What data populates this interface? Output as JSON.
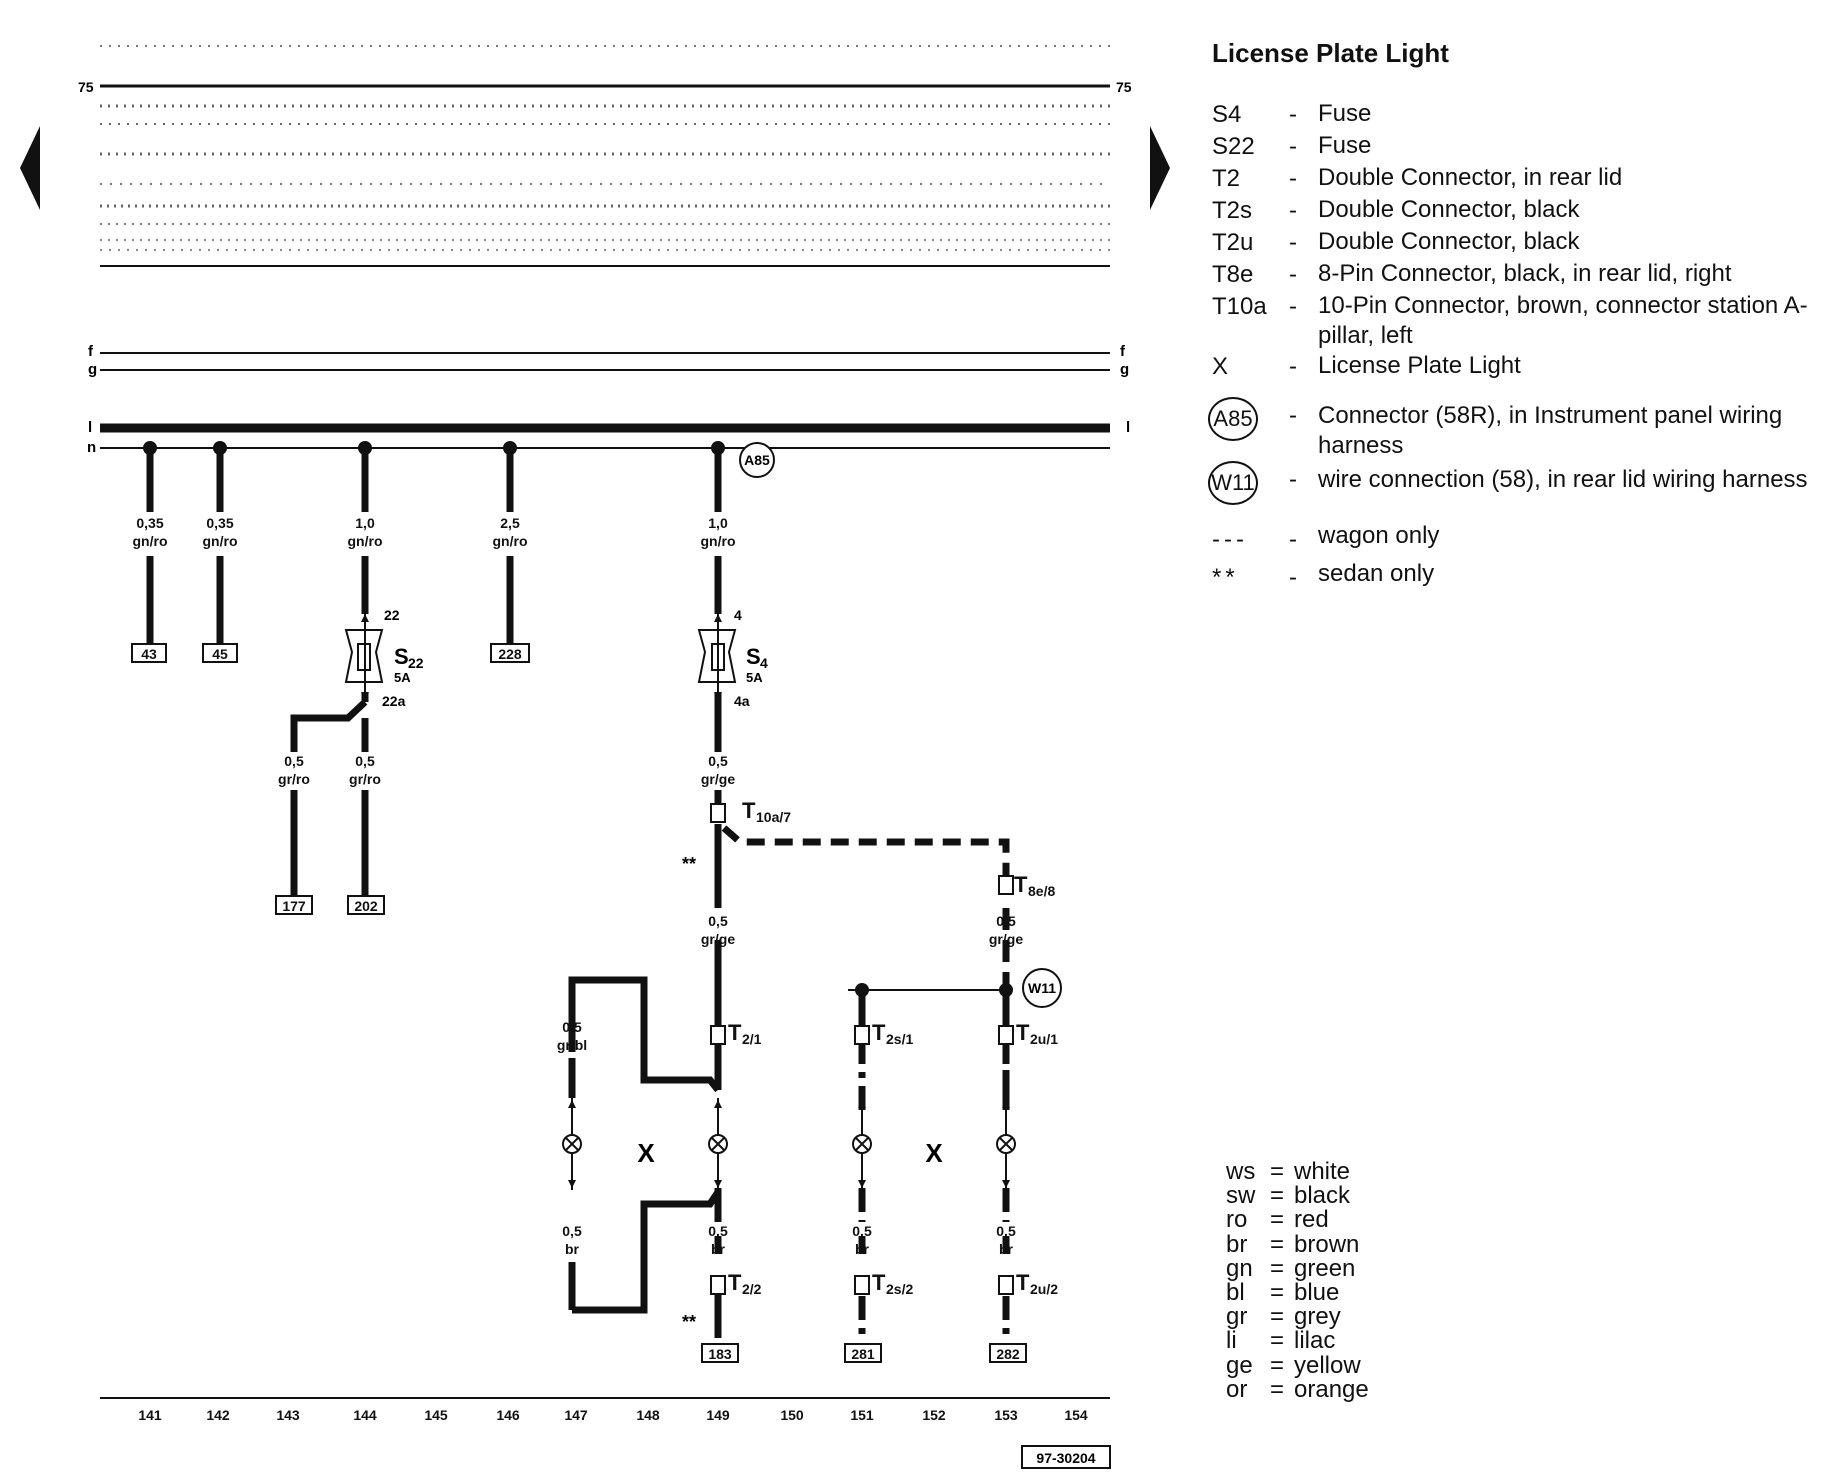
{
  "diagram": {
    "bus_numbers": {
      "top_left": "75",
      "top_right": "75"
    },
    "rail_labels": [
      {
        "left": "f",
        "right": "f"
      },
      {
        "left": "g",
        "right": "g"
      },
      {
        "left": "l",
        "right": "l"
      },
      {
        "left": "n",
        "right": ""
      }
    ],
    "wires": [
      {
        "gauge": "0,35",
        "color": "gn/ro"
      },
      {
        "gauge": "0,35",
        "color": "gn/ro"
      },
      {
        "gauge": "1,0",
        "color": "gn/ro"
      },
      {
        "gauge": "2,5",
        "color": "gn/ro"
      },
      {
        "gauge": "1,0",
        "color": "gn/ro"
      },
      {
        "gauge": "0,5",
        "color": "gr/ro"
      },
      {
        "gauge": "0,5",
        "color": "gr/ro"
      },
      {
        "gauge": "0,5",
        "color": "gr/ge"
      },
      {
        "gauge": "0,5",
        "color": "gr/ge"
      },
      {
        "gauge": "0,5",
        "color": "gr/ge"
      },
      {
        "gauge": "0,5",
        "color": "gr/bl"
      },
      {
        "gauge": "0,5",
        "color": "br"
      },
      {
        "gauge": "0,5",
        "color": "br"
      },
      {
        "gauge": "0,5",
        "color": "br"
      },
      {
        "gauge": "0,5",
        "color": "br"
      }
    ],
    "ref_boxes": [
      "43",
      "45",
      "228",
      "177",
      "202",
      "183",
      "281",
      "282"
    ],
    "fuses": [
      {
        "name": "S",
        "sub": "22",
        "rating": "5A",
        "pin_top": "22",
        "pin_bottom": "22a"
      },
      {
        "name": "S",
        "sub": "4",
        "rating": "5A",
        "pin_top": "4",
        "pin_bottom": "4a"
      }
    ],
    "connectors": [
      {
        "name": "T",
        "sub": "10a/7"
      },
      {
        "name": "T",
        "sub": "8e/8"
      },
      {
        "name": "T",
        "sub": "2/1"
      },
      {
        "name": "T",
        "sub": "2s/1"
      },
      {
        "name": "T",
        "sub": "2u/1"
      },
      {
        "name": "T",
        "sub": "2/2"
      },
      {
        "name": "T",
        "sub": "2s/2"
      },
      {
        "name": "T",
        "sub": "2u/2"
      }
    ],
    "circle_labels": [
      "A85",
      "W11"
    ],
    "bulb_labels": [
      "X",
      "X"
    ],
    "star_marks": [
      "**",
      "**"
    ],
    "current_track_numbers": [
      "141",
      "142",
      "143",
      "144",
      "145",
      "146",
      "147",
      "148",
      "149",
      "150",
      "151",
      "152",
      "153",
      "154"
    ],
    "figure_id": "97-30204"
  },
  "legend": {
    "title": "License Plate Light",
    "components": [
      {
        "code": "S4",
        "desc": "Fuse"
      },
      {
        "code": "S22",
        "desc": "Fuse"
      },
      {
        "code": "T2",
        "desc": "Double Connector, in rear lid"
      },
      {
        "code": "T2s",
        "desc": "Double Connector, black"
      },
      {
        "code": "T2u",
        "desc": "Double Connector, black"
      },
      {
        "code": "T8e",
        "desc": "8-Pin Connector, black, in rear lid, right"
      },
      {
        "code": "T10a",
        "desc": "10-Pin Connector, brown, connector station A-pillar, left"
      },
      {
        "code": "X",
        "desc": "License Plate Light"
      }
    ],
    "connections": [
      {
        "code": "A85",
        "desc": "Connector (58R), in Instrument panel wiring harness"
      },
      {
        "code": "W11",
        "desc": "wire connection (58), in rear lid wiring harness"
      }
    ],
    "symbols": [
      {
        "code": "---",
        "desc": "wagon only"
      },
      {
        "code": "**",
        "desc": "sedan only"
      }
    ],
    "dash": "-"
  },
  "color_key": [
    {
      "abbr": "ws",
      "eq": "=",
      "name": "white"
    },
    {
      "abbr": "sw",
      "eq": "=",
      "name": "black"
    },
    {
      "abbr": "ro",
      "eq": "=",
      "name": "red"
    },
    {
      "abbr": "br",
      "eq": "=",
      "name": "brown"
    },
    {
      "abbr": "gn",
      "eq": "=",
      "name": "green"
    },
    {
      "abbr": "bl",
      "eq": "=",
      "name": "blue"
    },
    {
      "abbr": "gr",
      "eq": "=",
      "name": "grey"
    },
    {
      "abbr": "li",
      "eq": "=",
      "name": "lilac"
    },
    {
      "abbr": "ge",
      "eq": "=",
      "name": "yellow"
    },
    {
      "abbr": "or",
      "eq": "=",
      "name": "orange"
    }
  ]
}
